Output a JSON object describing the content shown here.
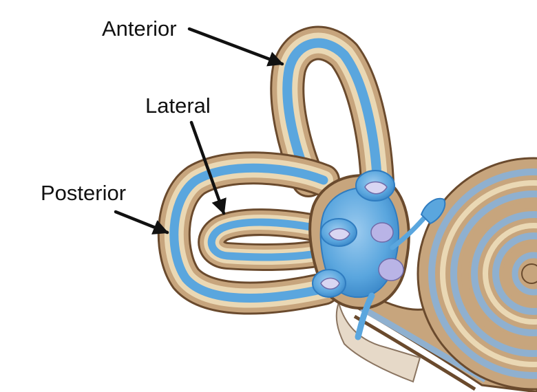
{
  "labels": {
    "anterior": "Anterior",
    "lateral": "Lateral",
    "posterior": "Posterior"
  },
  "colors": {
    "bone": "#c7a57d",
    "bone_light": "#ead8b4",
    "bone_dark": "#6a4a2d",
    "membrane": "#5aa6de",
    "membrane_dark": "#2f7cc0",
    "membrane_light": "#a8d2f2",
    "cochlea_blue": "#8fb0cf",
    "arrow": "#111111"
  }
}
